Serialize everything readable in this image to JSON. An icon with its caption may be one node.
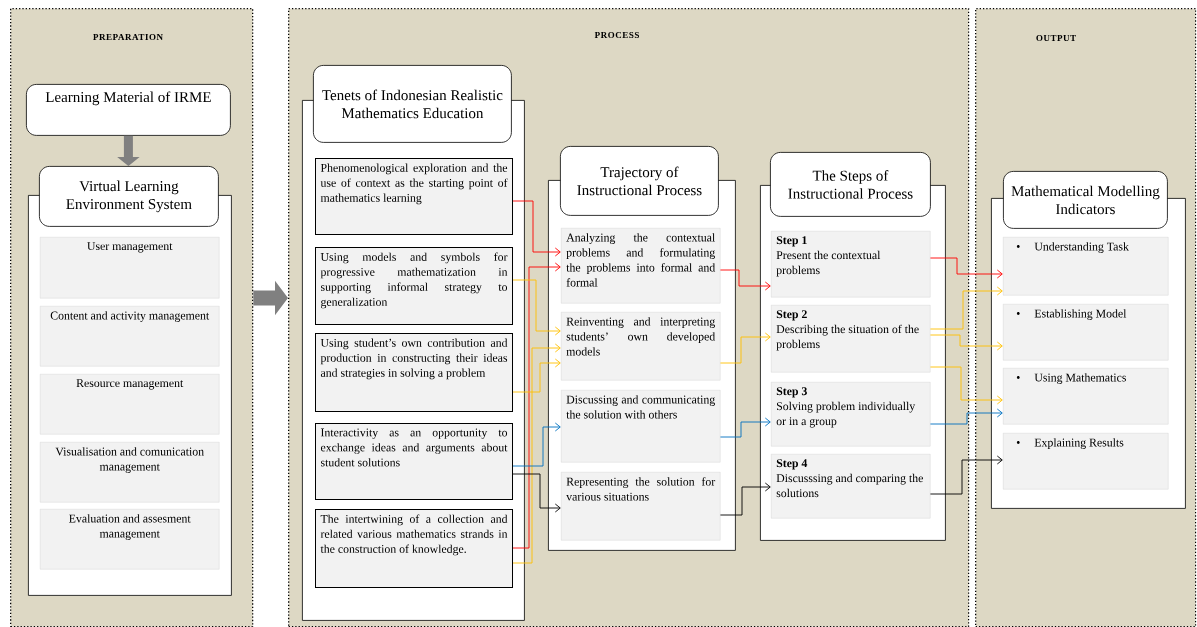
{
  "diagram": {
    "nodes": [
      {
        "text": [
          "PREPARATION"
        ]
      },
      {
        "text": [
          "Learning Material of IRME"
        ],
        "in": 0
      },
      {
        "text": [
          "Virtual Learning Environment System"
        ],
        "in": 0
      },
      {
        "text": [],
        "shape": "box",
        "in": 0
      },
      {
        "text": [
          "User management"
        ],
        "in": 3
      },
      {
        "text": [
          "Content and activity management"
        ],
        "in": 3
      },
      {
        "text": [
          "Resource management"
        ],
        "in": 3
      },
      {
        "text": [
          "Visualisation and comunication management"
        ],
        "in": 3
      },
      {
        "text": [
          "Evaluation and assesment management"
        ],
        "in": 3
      },
      {
        "text": [
          "PROCESS"
        ]
      },
      {
        "text": [
          "Tenets of Indonesian Realistic Mathematics Education"
        ],
        "in": 9
      },
      {
        "text": [],
        "shape": "box",
        "in": 9
      },
      {
        "text": [
          "Phenomenological exploration and the use of context as the starting point of mathematics learning"
        ],
        "in": 11
      },
      {
        "text": [
          "Using models and symbols for progressive mathematization in supporting informal strategy to generalization"
        ],
        "in": 11
      },
      {
        "text": [
          "Using student’s own contribution and production in constructing their ideas and strategies in solving a problem"
        ],
        "in": 11
      },
      {
        "text": [
          "Interactivity as an opportunity to exchange ideas and arguments about student solutions"
        ],
        "in": 11
      },
      {
        "text": [
          "The intertwining of a collection and related various mathematics strands in the construction of knowledge."
        ],
        "in": 11
      },
      {
        "text": [
          "Trajectory of Instructional Process"
        ],
        "in": 9
      },
      {
        "text": [],
        "shape": "box",
        "in": 9
      },
      {
        "text": [
          "Analyzing the contextual problems and formulating the problems into formal and formal"
        ],
        "in": 18
      },
      {
        "text": [
          "Reinventing and interpreting students’ own developed models"
        ],
        "in": 18
      },
      {
        "text": [
          "Discussing and communicating the solution with others"
        ],
        "in": 18
      },
      {
        "text": [
          "Representing the solution for various situations"
        ],
        "in": 18
      },
      {
        "text": [
          "The Steps of Instructional Process"
        ],
        "in": 9
      },
      {
        "text": [],
        "shape": "box",
        "in": 9
      },
      {
        "text": [
          "Step 1",
          "Present the contextual problems"
        ],
        "in": 24
      },
      {
        "text": [
          "Step 2",
          "Describing the situation of the problems"
        ],
        "in": 24
      },
      {
        "text": [
          "Step 3",
          "Solving problem individually or in a group"
        ],
        "in": 24
      },
      {
        "text": [
          "Step 4",
          "Discusssing and comparing the solutions"
        ],
        "in": 24
      },
      {
        "text": [
          "OUTPUT"
        ]
      },
      {
        "text": [
          "Mathematical Modelling Indicators"
        ],
        "in": 29
      },
      {
        "text": [],
        "shape": "box",
        "in": 29
      },
      {
        "text": [
          "Understanding Task"
        ],
        "in": 31
      },
      {
        "text": [
          "Establishing Model"
        ],
        "in": 31
      },
      {
        "text": [
          "Using Mathematics"
        ],
        "in": 31
      },
      {
        "text": [
          "Explaining Results"
        ],
        "in": 31
      }
    ],
    "edges": [
      {
        "from": 1,
        "to": 2,
        "arrow": "to",
        "style": "thick",
        "color": "#808080"
      },
      {
        "from": 0,
        "to": 9,
        "arrow": "to",
        "style": "thick",
        "color": "#808080"
      },
      {
        "from": 12,
        "to": 19,
        "arrow": "to",
        "color": "#ff0000"
      },
      {
        "from": 16,
        "to": 19,
        "arrow": "to",
        "color": "#ff0000"
      },
      {
        "from": 13,
        "to": 20,
        "arrow": "to",
        "color": "#ffc000"
      },
      {
        "from": 16,
        "to": 20,
        "arrow": "to",
        "color": "#ffc000"
      },
      {
        "from": 14,
        "to": 20,
        "arrow": "to",
        "color": "#ffc000"
      },
      {
        "from": 15,
        "to": 21,
        "arrow": "to",
        "color": "#0070c0"
      },
      {
        "from": 15,
        "to": 22,
        "arrow": "to",
        "color": "#000000"
      },
      {
        "from": 19,
        "to": 25,
        "arrow": "to",
        "color": "#ff0000"
      },
      {
        "from": 20,
        "to": 26,
        "arrow": "to",
        "color": "#ffc000"
      },
      {
        "from": 21,
        "to": 27,
        "arrow": "to",
        "color": "#0070c0"
      },
      {
        "from": 22,
        "to": 28,
        "arrow": "to",
        "color": "#000000"
      },
      {
        "from": 25,
        "to": 32,
        "arrow": "to",
        "color": "#ff0000"
      },
      {
        "from": 26,
        "to": 32,
        "arrow": "to",
        "color": "#ffc000"
      },
      {
        "from": 26,
        "to": 33,
        "arrow": "to",
        "color": "#ffc000"
      },
      {
        "from": 26,
        "to": 34,
        "arrow": "to",
        "color": "#ffc000"
      },
      {
        "from": 27,
        "to": 34,
        "arrow": "to",
        "color": "#0070c0"
      },
      {
        "from": 28,
        "to": 35,
        "arrow": "to",
        "color": "#000000"
      }
    ],
    "labels": [
      "•",
      "•",
      "•",
      "•"
    ]
  }
}
